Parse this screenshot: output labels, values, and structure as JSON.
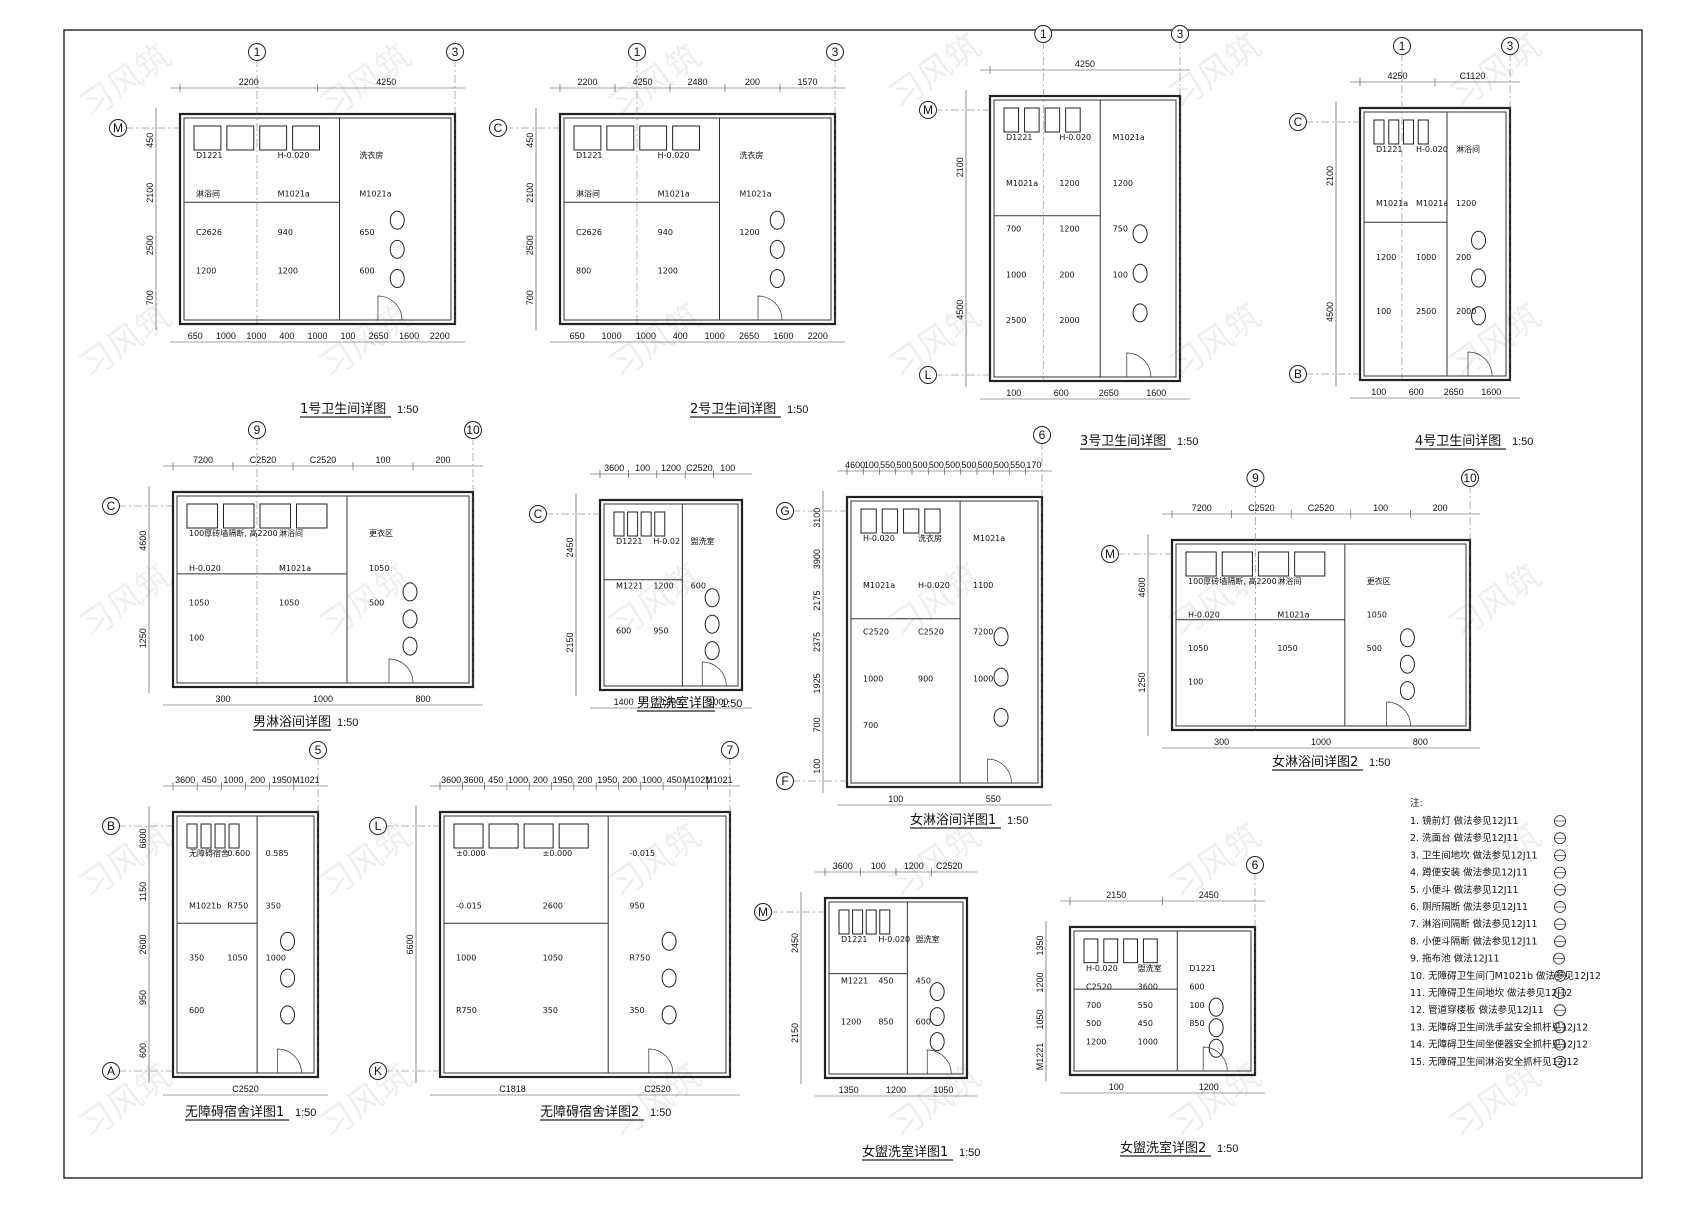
{
  "watermark_text": "习风筑",
  "notes": {
    "heading": "注:",
    "items": [
      "1. 镜前灯  做法参见12J11",
      "2. 洗面台  做法参见12J11",
      "3. 卫生间地坎  做法参见12J11",
      "4. 蹲便安装  做法参见12J11",
      "5. 小便斗  做法参见12J11",
      "6. 厕所隔断  做法参见12J11",
      "7. 淋浴间隔断  做法参见12J11",
      "8. 小便斗隔断  做法参见12J11",
      "9. 拖布池  做法12J11",
      "10. 无障碍卫生间门M1021b  做法参见12J12",
      "11. 无障碍卫生间地坎  做法参见12J12",
      "12. 管道穿楼板  做法参见12J11",
      "13. 无障碍卫生间洗手盆安全抓杆见12J12",
      "14. 无障碍卫生间坐便器安全抓杆见12J12",
      "15. 无障碍卫生间淋浴安全抓杆见12J12"
    ]
  },
  "plans": [
    {
      "title": "1号卫生间详图",
      "scale": "1:50",
      "grid_top": [
        "1",
        "3"
      ],
      "grid_left": [
        "M"
      ],
      "top_dims": [
        "2200",
        "4250"
      ],
      "bottom_dims": [
        "650",
        "1000",
        "1000",
        "400",
        "1000",
        "100",
        "2650",
        "1600",
        "2200"
      ],
      "left_dims": [
        "450",
        "2100",
        "2500",
        "700"
      ],
      "labels": [
        "D1221",
        "H-0.020",
        "洗衣房",
        "淋浴间",
        "M1021a",
        "M1021a",
        "C2626",
        "940",
        "650",
        "1200",
        "1200",
        "600"
      ]
    },
    {
      "title": "2号卫生间详图",
      "scale": "1:50",
      "grid_top": [
        "1",
        "3"
      ],
      "grid_left": [
        "C"
      ],
      "top_dims": [
        "2200",
        "4250",
        "2480",
        "200",
        "1570"
      ],
      "bottom_dims": [
        "650",
        "1000",
        "1000",
        "400",
        "1000",
        "2650",
        "1600",
        "2200"
      ],
      "left_dims": [
        "450",
        "2100",
        "2500",
        "700"
      ],
      "labels": [
        "D1221",
        "H-0.020",
        "洗衣房",
        "淋浴间",
        "M1021a",
        "M1021a",
        "C2626",
        "940",
        "1200",
        "800",
        "1200"
      ]
    },
    {
      "title": "3号卫生间详图",
      "scale": "1:50",
      "grid_top": [
        "1",
        "3"
      ],
      "grid_left": [
        "M",
        "L"
      ],
      "top_dims": [
        "4250"
      ],
      "bottom_dims": [
        "100",
        "600",
        "2650",
        "1600"
      ],
      "left_dims": [
        "2100",
        "4500"
      ],
      "labels": [
        "D1221",
        "H-0.020",
        "M1021a",
        "M1021a",
        "1200",
        "1200",
        "700",
        "1200",
        "750",
        "1000",
        "200",
        "100",
        "2500",
        "2000"
      ]
    },
    {
      "title": "4号卫生间详图",
      "scale": "1:50",
      "grid_top": [
        "1",
        "3"
      ],
      "grid_left": [
        "C",
        "B"
      ],
      "top_dims": [
        "4250",
        "C1120"
      ],
      "bottom_dims": [
        "100",
        "600",
        "2650",
        "1600"
      ],
      "left_dims": [
        "2100",
        "4500"
      ],
      "labels": [
        "D1221",
        "H-0.020",
        "淋浴间",
        "M1021a",
        "M1021a",
        "1200",
        "1200",
        "1000",
        "200",
        "100",
        "2500",
        "2000"
      ]
    },
    {
      "title": "男淋浴间详图",
      "scale": "1:50",
      "grid_top": [
        "9",
        "10"
      ],
      "grid_left": [
        "C"
      ],
      "top_dims": [
        "7200",
        "C2520",
        "C2520",
        "100",
        "200"
      ],
      "bottom_dims": [
        "300",
        "1000",
        "800"
      ],
      "left_dims": [
        "4600",
        "1250"
      ],
      "labels": [
        "100厚砖墙隔断, 高2200",
        "淋浴间",
        "更衣区",
        "H-0.020",
        "M1021a",
        "1050",
        "1050",
        "1050",
        "500",
        "100"
      ]
    },
    {
      "title": "男盥洗室详图",
      "scale": "1:50",
      "grid_top": [],
      "grid_left": [
        "C"
      ],
      "top_dims": [
        "3600",
        "100",
        "1200",
        "C2520",
        "100"
      ],
      "bottom_dims": [
        "1400",
        "1200",
        "1000"
      ],
      "left_dims": [
        "2450",
        "2150"
      ],
      "labels": [
        "D1221",
        "H-0.02",
        "盥洗室",
        "M1221",
        "1200",
        "600",
        "600",
        "950"
      ]
    },
    {
      "title": "女淋浴间详图1",
      "scale": "1:50",
      "grid_top": [
        "6"
      ],
      "grid_left": [
        "G",
        "F"
      ],
      "top_dims": [
        "4600",
        "100",
        "550",
        "500",
        "500",
        "500",
        "500",
        "500",
        "500",
        "500",
        "550",
        "170"
      ],
      "bottom_dims": [
        "100",
        "550"
      ],
      "left_dims": [
        "3100",
        "3900",
        "2175",
        "2375",
        "1925",
        "700",
        "100"
      ],
      "labels": [
        "H-0.020",
        "洗衣房",
        "M1021a",
        "M1021a",
        "H-0.020",
        "1100",
        "C2520",
        "C2520",
        "7200",
        "1000",
        "900",
        "1000",
        "700"
      ]
    },
    {
      "title": "女淋浴间详图2",
      "scale": "1:50",
      "grid_top": [
        "9",
        "10"
      ],
      "grid_left": [
        "M"
      ],
      "top_dims": [
        "7200",
        "C2520",
        "C2520",
        "100",
        "200"
      ],
      "bottom_dims": [
        "300",
        "1000",
        "800"
      ],
      "left_dims": [
        "4600",
        "1250"
      ],
      "labels": [
        "100厚砖墙隔断, 高2200",
        "淋浴间",
        "更衣区",
        "H-0.020",
        "M1021a",
        "1050",
        "1050",
        "1050",
        "500",
        "100"
      ]
    },
    {
      "title": "无障碍宿舍详图1",
      "scale": "1:50",
      "grid_top": [
        "5"
      ],
      "grid_left": [
        "B",
        "A"
      ],
      "top_dims": [
        "3600",
        "450",
        "1000",
        "200",
        "1950",
        "M1021"
      ],
      "bottom_dims": [
        "C2520"
      ],
      "left_dims": [
        "6600",
        "1150",
        "2600",
        "950",
        "600"
      ],
      "labels": [
        "无障碍宿舍",
        "0.600",
        "0.585",
        "M1021b",
        "R750",
        "350",
        "350",
        "1050",
        "1000",
        "600"
      ]
    },
    {
      "title": "无障碍宿舍详图2",
      "scale": "1:50",
      "grid_top": [
        "7"
      ],
      "grid_left": [
        "L",
        "K"
      ],
      "top_dims": [
        "3600",
        "3600",
        "450",
        "1000",
        "200",
        "1950",
        "200",
        "1950",
        "200",
        "1000",
        "450",
        "M1021",
        "M1021"
      ],
      "bottom_dims": [
        "C1818",
        "C2520"
      ],
      "left_dims": [
        "6600"
      ],
      "labels": [
        "±0.000",
        "±0.000",
        "-0.015",
        "-0.015",
        "2600",
        "950",
        "1000",
        "1050",
        "R750",
        "R750",
        "350",
        "350"
      ]
    },
    {
      "title": "女盥洗室详图1",
      "scale": "1:50",
      "grid_top": [],
      "grid_left": [
        "M"
      ],
      "top_dims": [
        "3600",
        "100",
        "1200",
        "C2520"
      ],
      "bottom_dims": [
        "1350",
        "1200",
        "1050"
      ],
      "left_dims": [
        "2450",
        "2150"
      ],
      "labels": [
        "D1221",
        "H-0.020",
        "盥洗室",
        "M1221",
        "450",
        "450",
        "1200",
        "850",
        "600"
      ]
    },
    {
      "title": "女盥洗室详图2",
      "scale": "1:50",
      "grid_top": [
        "6"
      ],
      "grid_left": [],
      "top_dims": [
        "2150",
        "2450"
      ],
      "bottom_dims": [
        "100",
        "1200"
      ],
      "left_dims": [
        "1350",
        "1200",
        "1050",
        "M1221"
      ],
      "labels": [
        "H-0.020",
        "盥洗室",
        "D1221",
        "C2520",
        "3600",
        "600",
        "700",
        "550",
        "100",
        "500",
        "450",
        "850",
        "1200",
        "1000"
      ]
    }
  ]
}
